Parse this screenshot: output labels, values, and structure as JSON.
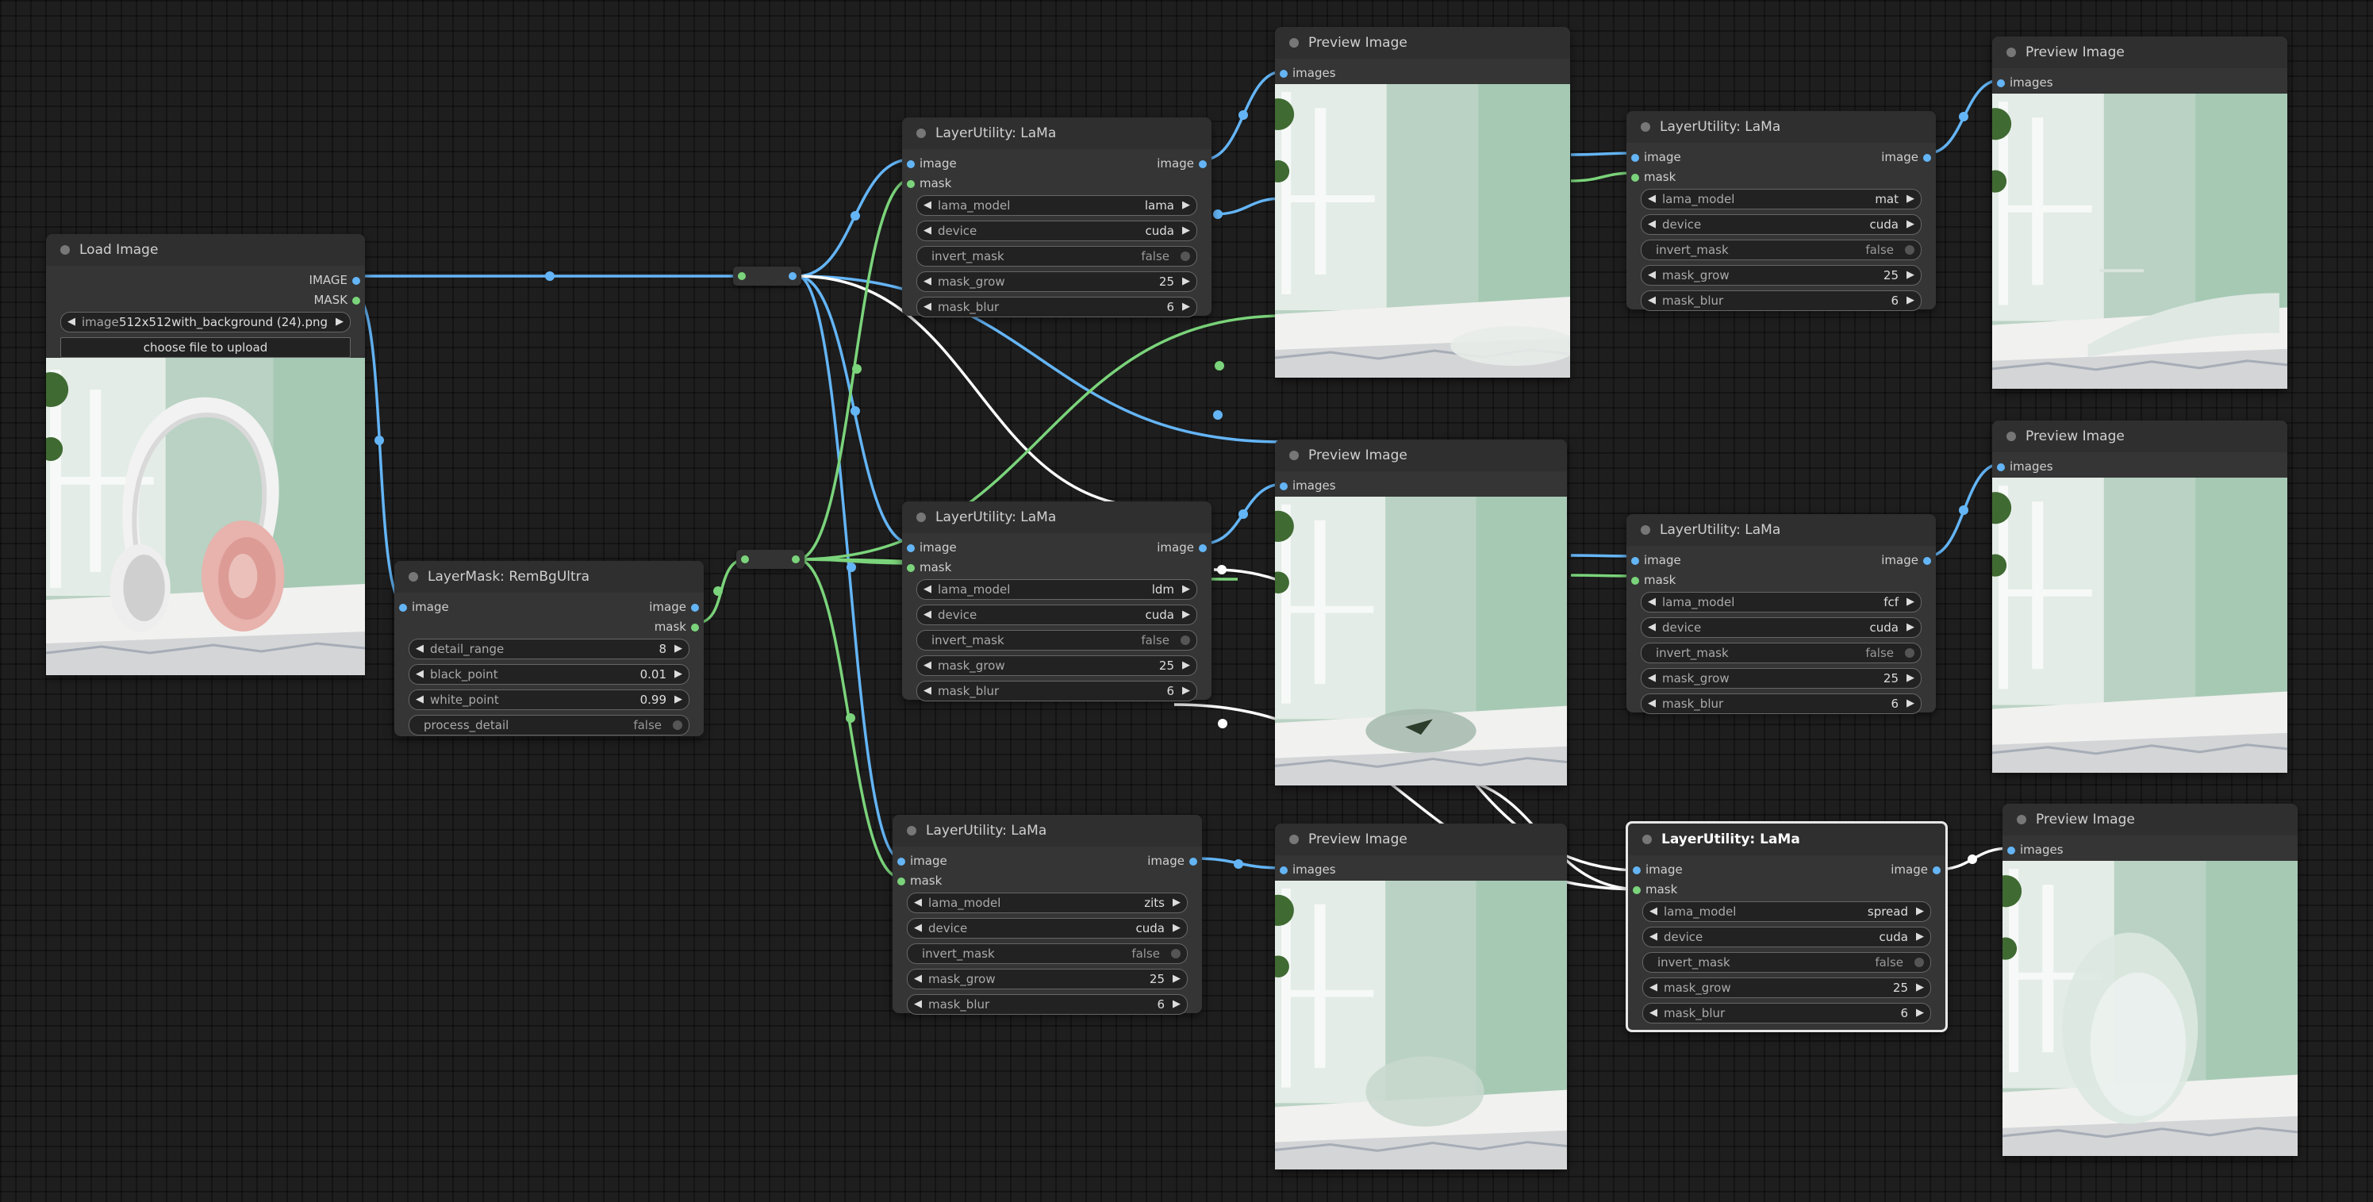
{
  "nodes": {
    "load_image": {
      "title": "Load Image",
      "outputs": [
        "IMAGE",
        "MASK"
      ],
      "image_widget": {
        "name": "image",
        "value": "512x512with_background (24).png"
      },
      "upload_label": "choose file to upload"
    },
    "rembg": {
      "title": "LayerMask: RemBgUltra",
      "input": "image",
      "outputs": [
        "image",
        "mask"
      ],
      "widgets": [
        {
          "name": "detail_range",
          "value": "8"
        },
        {
          "name": "black_point",
          "value": "0.01"
        },
        {
          "name": "white_point",
          "value": "0.99"
        },
        {
          "name": "process_detail",
          "value": "false"
        }
      ]
    },
    "lama_1": {
      "title": "LayerUtility: LaMa",
      "inputs": [
        "image",
        "mask"
      ],
      "output": "image",
      "widgets": [
        {
          "name": "lama_model",
          "value": "lama"
        },
        {
          "name": "device",
          "value": "cuda"
        },
        {
          "name": "invert_mask",
          "value": "false"
        },
        {
          "name": "mask_grow",
          "value": "25"
        },
        {
          "name": "mask_blur",
          "value": "6"
        }
      ]
    },
    "lama_2": {
      "title": "LayerUtility: LaMa",
      "inputs": [
        "image",
        "mask"
      ],
      "output": "image",
      "widgets": [
        {
          "name": "lama_model",
          "value": "ldm"
        },
        {
          "name": "device",
          "value": "cuda"
        },
        {
          "name": "invert_mask",
          "value": "false"
        },
        {
          "name": "mask_grow",
          "value": "25"
        },
        {
          "name": "mask_blur",
          "value": "6"
        }
      ]
    },
    "lama_3": {
      "title": "LayerUtility: LaMa",
      "inputs": [
        "image",
        "mask"
      ],
      "output": "image",
      "widgets": [
        {
          "name": "lama_model",
          "value": "zits"
        },
        {
          "name": "device",
          "value": "cuda"
        },
        {
          "name": "invert_mask",
          "value": "false"
        },
        {
          "name": "mask_grow",
          "value": "25"
        },
        {
          "name": "mask_blur",
          "value": "6"
        }
      ]
    },
    "lama_4": {
      "title": "LayerUtility: LaMa",
      "inputs": [
        "image",
        "mask"
      ],
      "output": "image",
      "widgets": [
        {
          "name": "lama_model",
          "value": "mat"
        },
        {
          "name": "device",
          "value": "cuda"
        },
        {
          "name": "invert_mask",
          "value": "false"
        },
        {
          "name": "mask_grow",
          "value": "25"
        },
        {
          "name": "mask_blur",
          "value": "6"
        }
      ]
    },
    "lama_5": {
      "title": "LayerUtility: LaMa",
      "inputs": [
        "image",
        "mask"
      ],
      "output": "image",
      "widgets": [
        {
          "name": "lama_model",
          "value": "fcf"
        },
        {
          "name": "device",
          "value": "cuda"
        },
        {
          "name": "invert_mask",
          "value": "false"
        },
        {
          "name": "mask_grow",
          "value": "25"
        },
        {
          "name": "mask_blur",
          "value": "6"
        }
      ]
    },
    "lama_6": {
      "title": "LayerUtility: LaMa",
      "inputs": [
        "image",
        "mask"
      ],
      "output": "image",
      "widgets": [
        {
          "name": "lama_model",
          "value": "spread"
        },
        {
          "name": "device",
          "value": "cuda"
        },
        {
          "name": "invert_mask",
          "value": "false"
        },
        {
          "name": "mask_grow",
          "value": "25"
        },
        {
          "name": "mask_blur",
          "value": "6"
        }
      ]
    },
    "preview": {
      "title": "Preview Image",
      "input": "images"
    }
  },
  "colors": {
    "canvas": "#1e1e1e",
    "node": "#353535",
    "image_link": "#64b5f6",
    "mask_link": "#7bd47b",
    "selected_link": "#ffffff"
  }
}
